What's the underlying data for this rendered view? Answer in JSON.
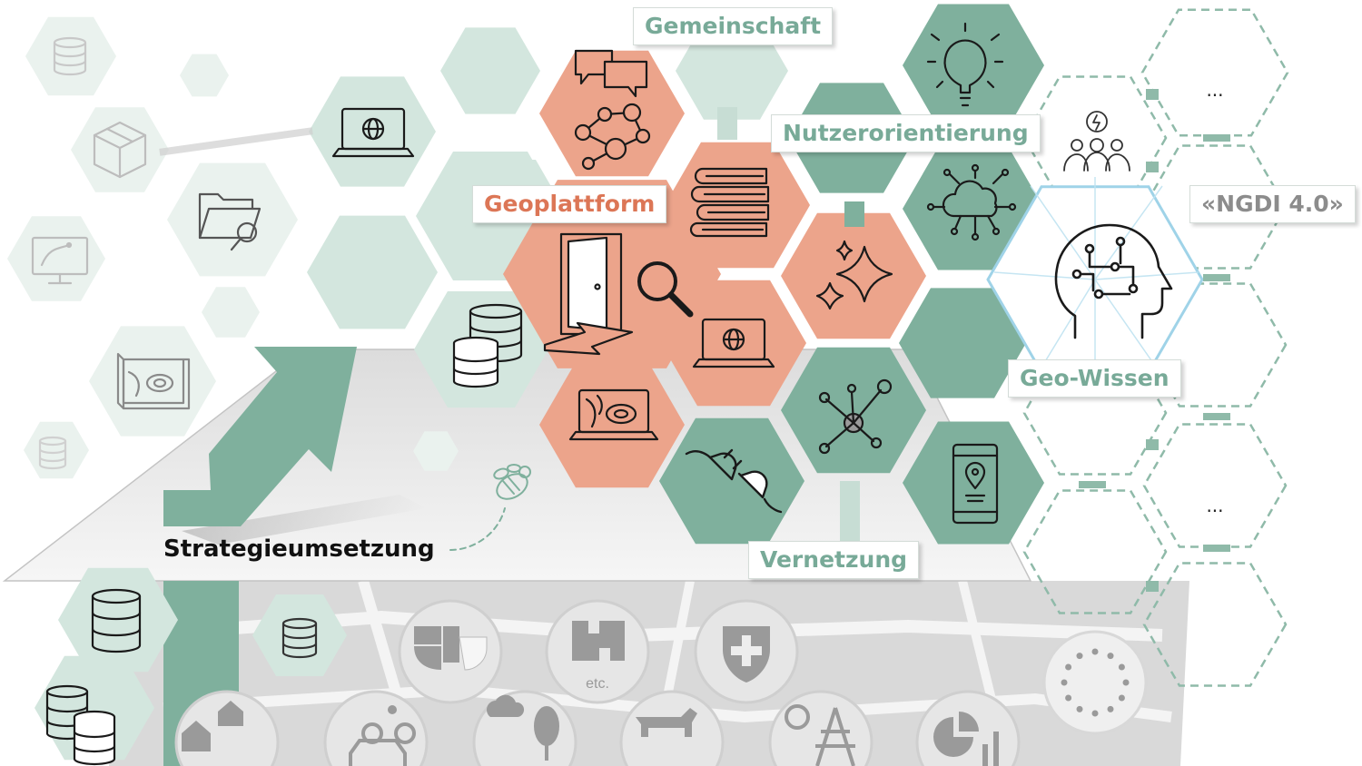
{
  "labels": {
    "gemeinschaft": "Gemeinschaft",
    "nutzerorientierung": "Nutzerorientierung",
    "geoplattform": "Geoplattform",
    "ngdi": "«NGDI 4.0»",
    "geowissen": "Geo-Wissen",
    "vernetzung": "Vernetzung",
    "strategieumsetzung": "Strategieumsetzung",
    "etc": "etc.",
    "more_top": "...",
    "more_bottom": "..."
  },
  "colors": {
    "green": "#7fb09d",
    "green_light": "#d3e6de",
    "green_faint": "#eaf2ee",
    "salmon": "#eca48b",
    "salmon_text": "#dc7656",
    "gray_plane": "#e8e8e8",
    "gray_map": "#d6d6d6"
  },
  "icons": [
    "database-icon",
    "package-box-icon",
    "laptop-globe-icon",
    "folder-search-icon",
    "monitor-vector-icon",
    "map-scroll-icon",
    "chat-bubbles-icon",
    "network-people-icon",
    "books-icon",
    "door-exit-icon",
    "magnifier-icon",
    "sparkles-icon",
    "lightbulb-icon",
    "cloud-network-icon",
    "team-idea-icon",
    "brain-circuit-icon",
    "hub-network-icon",
    "plug-connect-icon",
    "smartphone-location-icon",
    "bee-icon",
    "growth-arrow-icon",
    "houses-icon",
    "bike-car-icon",
    "weather-tree-icon",
    "cow-wheat-icon",
    "energy-pylon-icon",
    "pie-chart-icon",
    "swiss-shield-icon",
    "canton-logo-icon",
    "eu-stars-icon"
  ]
}
